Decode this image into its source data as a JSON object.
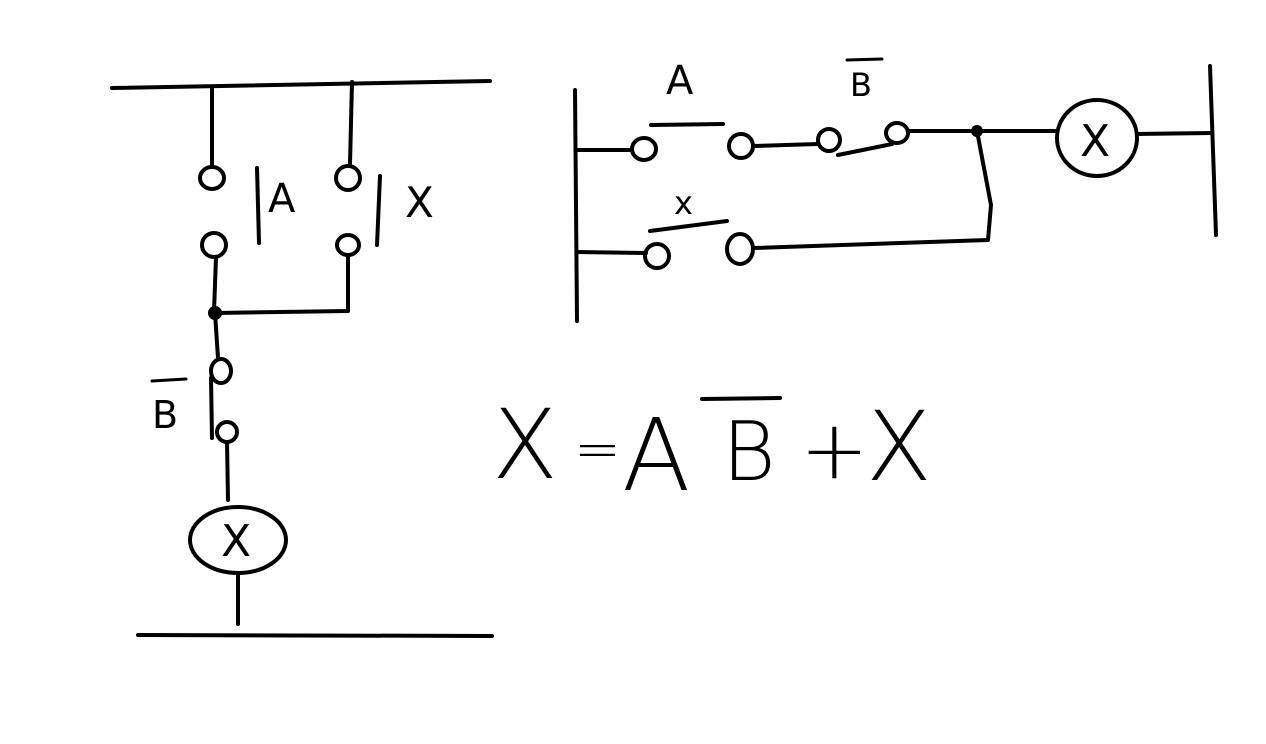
{
  "left_diagram": {
    "contact_a_label": "A",
    "contact_x_label": "X",
    "contact_b_label": "B",
    "coil_label": "X"
  },
  "right_diagram": {
    "contact_a_label": "A",
    "contact_b_label": "B",
    "contact_x_label": "x",
    "coil_label": "X"
  },
  "equation": {
    "lhs": "X",
    "eq_sign": "=",
    "term_a": "A",
    "term_b": "B",
    "plus": "+",
    "term_x": "X"
  }
}
